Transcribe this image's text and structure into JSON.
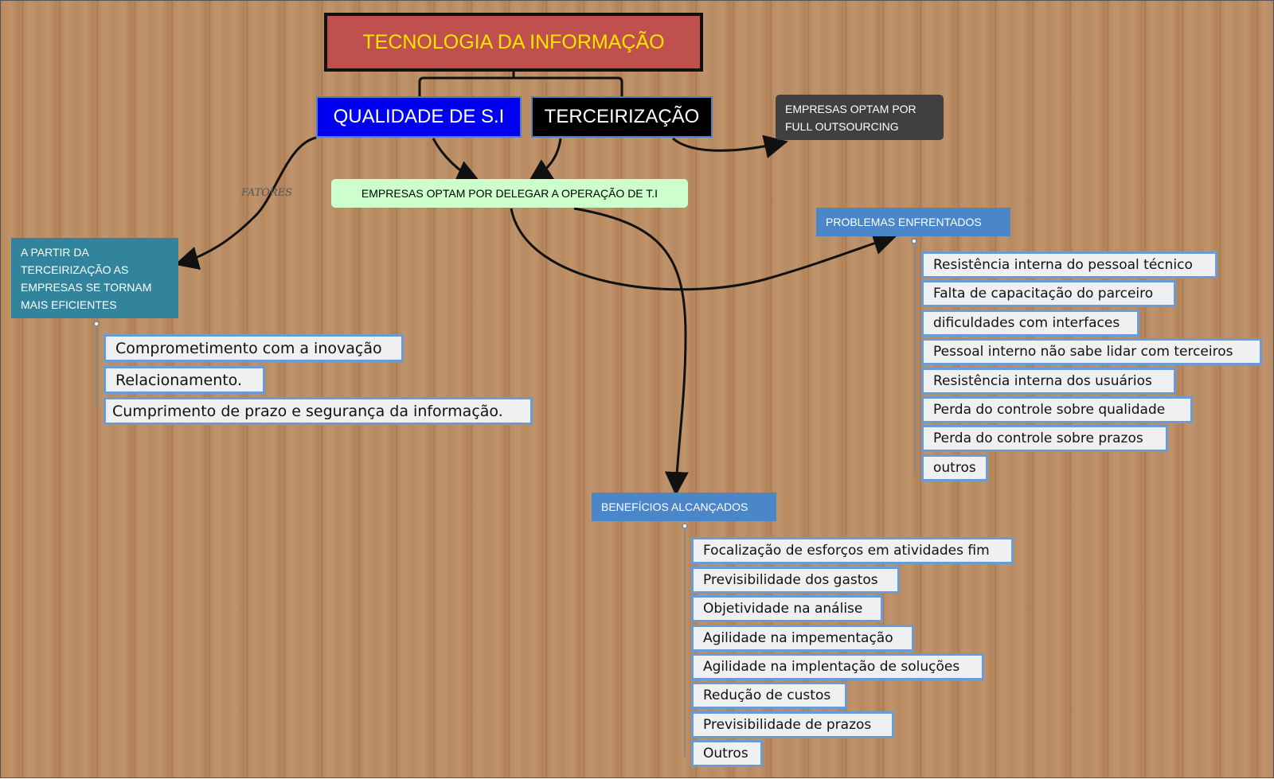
{
  "title": "TECNOLOGIA DA INFORMAÇÃO",
  "qualidade": "QUALIDADE DE S.I",
  "terceirizacao": "TERCEIRIZAÇÃO",
  "full_outsourcing": [
    "EMPRESAS OPTAM POR",
    "FULL OUTSOURCING"
  ],
  "delegar": "EMPRESAS OPTAM POR DELEGAR A OPERAÇÃO DE T.I",
  "fatores_label": "FATORES",
  "a_partir": [
    "A PARTIR DA",
    "TERCEIRIZAÇÃO AS",
    "EMPRESAS SE TORNAM",
    "MAIS EFICIENTES"
  ],
  "fatores": [
    "Comprometimento com a inovação",
    "Relacionamento.",
    "Cumprimento de prazo e segurança da informação."
  ],
  "problemas": {
    "title": "PROBLEMAS ENFRENTADOS",
    "items": [
      "Resistência interna do pessoal técnico",
      "Falta de capacitação do parceiro",
      "dificuldades com interfaces",
      "Pessoal interno não sabe lidar com terceiros",
      "Resistência interna dos usuários",
      "Perda do controle sobre qualidade",
      "Perda do controle sobre prazos",
      "outros"
    ]
  },
  "beneficios": {
    "title": "BENEFÍCIOS ALCANÇADOS",
    "items": [
      "Focalização de esforços em atividades fim",
      "Previsibilidade dos gastos",
      "Objetividade na análise",
      "Agilidade na impementação",
      "Agilidade na implentação de soluções",
      "Redução de custos",
      "Previsibilidade de prazos",
      "Outros"
    ]
  }
}
